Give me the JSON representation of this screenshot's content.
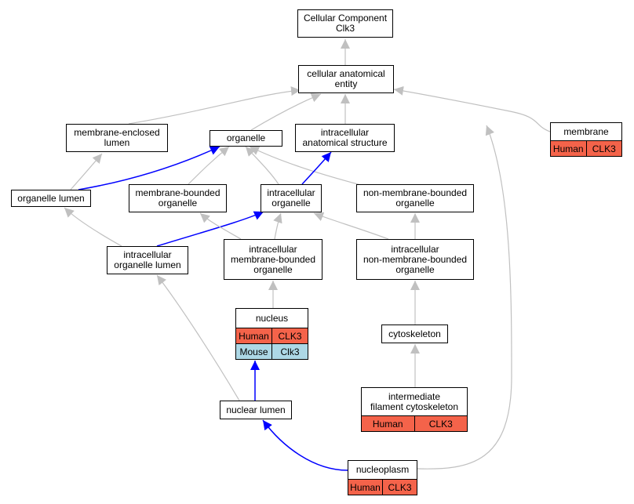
{
  "colors": {
    "edge_gray": "#c0c0c0",
    "edge_blue": "#0000ff",
    "human": "#f4634a",
    "mouse": "#add8e6"
  },
  "nodes": {
    "root": "Cellular Component\nClk3",
    "cae": "cellular anatomical\nentity",
    "mel": "membrane-enclosed\nlumen",
    "org": "organelle",
    "ias": "intracellular\nanatomical structure",
    "mem": "membrane",
    "ol": "organelle lumen",
    "mbo": "membrane-bounded\norganelle",
    "io": "intracellular\norganelle",
    "nmbo": "non-membrane-bounded\norganelle",
    "iol": "intracellular\norganelle lumen",
    "imbo": "intracellular\nmembrane-bounded\norganelle",
    "inmbo": "intracellular\nnon-membrane-bounded\norganelle",
    "nuc": "nucleus",
    "cyto": "cytoskeleton",
    "nl": "nuclear lumen",
    "ifc": "intermediate\nfilament cytoskeleton",
    "np": "nucleoplasm"
  },
  "annotations": {
    "mem": [
      {
        "species": "Human",
        "gene": "CLK3"
      }
    ],
    "nuc": [
      {
        "species": "Human",
        "gene": "CLK3"
      },
      {
        "species": "Mouse",
        "gene": "Clk3"
      }
    ],
    "ifc": [
      {
        "species": "Human",
        "gene": "CLK3"
      }
    ],
    "np": [
      {
        "species": "Human",
        "gene": "CLK3"
      }
    ]
  },
  "edges": [
    {
      "from": "cae",
      "to": "root",
      "type": "is_a"
    },
    {
      "from": "mel",
      "to": "cae",
      "type": "is_a"
    },
    {
      "from": "org",
      "to": "cae",
      "type": "is_a"
    },
    {
      "from": "ias",
      "to": "cae",
      "type": "is_a"
    },
    {
      "from": "mem",
      "to": "cae",
      "type": "is_a"
    },
    {
      "from": "np",
      "to": "cae",
      "type": "is_a"
    },
    {
      "from": "ol",
      "to": "mel",
      "type": "is_a"
    },
    {
      "from": "ol",
      "to": "org",
      "type": "part_of"
    },
    {
      "from": "mbo",
      "to": "org",
      "type": "is_a"
    },
    {
      "from": "io",
      "to": "org",
      "type": "is_a"
    },
    {
      "from": "nmbo",
      "to": "org",
      "type": "is_a"
    },
    {
      "from": "io",
      "to": "ias",
      "type": "part_of"
    },
    {
      "from": "iol",
      "to": "ol",
      "type": "is_a"
    },
    {
      "from": "iol",
      "to": "io",
      "type": "part_of"
    },
    {
      "from": "imbo",
      "to": "mbo",
      "type": "is_a"
    },
    {
      "from": "imbo",
      "to": "io",
      "type": "is_a"
    },
    {
      "from": "inmbo",
      "to": "io",
      "type": "is_a"
    },
    {
      "from": "inmbo",
      "to": "nmbo",
      "type": "is_a"
    },
    {
      "from": "nuc",
      "to": "imbo",
      "type": "is_a"
    },
    {
      "from": "cyto",
      "to": "inmbo",
      "type": "is_a"
    },
    {
      "from": "nl",
      "to": "iol",
      "type": "is_a"
    },
    {
      "from": "nl",
      "to": "nuc",
      "type": "part_of"
    },
    {
      "from": "ifc",
      "to": "cyto",
      "type": "is_a"
    },
    {
      "from": "np",
      "to": "nl",
      "type": "part_of"
    }
  ]
}
